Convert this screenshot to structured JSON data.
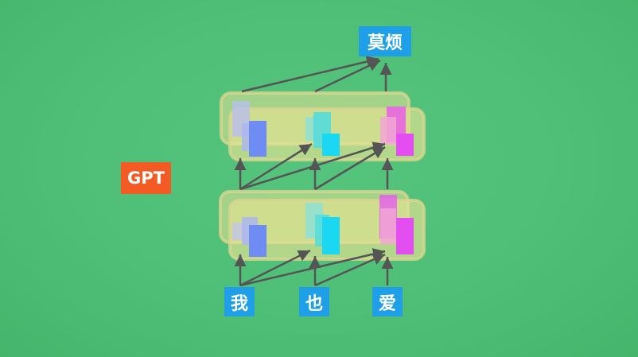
{
  "model_label": "GPT",
  "output_token": "莫烦",
  "input_tokens": [
    "我",
    "也",
    "爱"
  ],
  "colors": {
    "background": "#50c078",
    "token_box": "#1e9fe8",
    "model_box": "#f45a24",
    "layer_box": "#e3e096",
    "arrow": "#555555",
    "token_blue": "#6f8cf4",
    "token_cyan": "#1ad8f2",
    "token_magenta": "#e24ef0"
  }
}
